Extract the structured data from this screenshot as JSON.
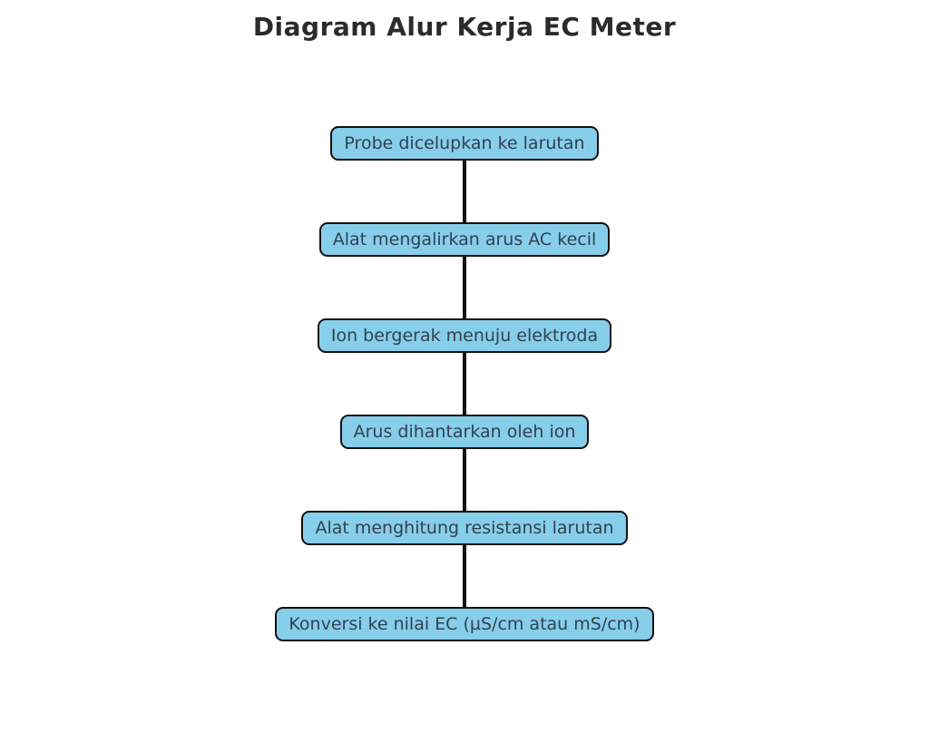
{
  "title": "Diagram Alur Kerja EC Meter",
  "flowchart": {
    "type": "vertical-flow",
    "nodes": [
      {
        "label": "Probe dicelupkan ke larutan"
      },
      {
        "label": "Alat mengalirkan arus AC kecil"
      },
      {
        "label": "Ion bergerak menuju elektroda"
      },
      {
        "label": "Arus dihantarkan oleh ion"
      },
      {
        "label": "Alat menghitung resistansi larutan"
      },
      {
        "label": "Konversi ke nilai EC (µS/cm atau mS/cm)"
      }
    ],
    "colors": {
      "node_fill": "#87CEEB",
      "node_border": "#111111",
      "node_text": "#31424e",
      "connector": "#111111",
      "title_text": "#2b2b2b",
      "background": "#ffffff"
    }
  }
}
